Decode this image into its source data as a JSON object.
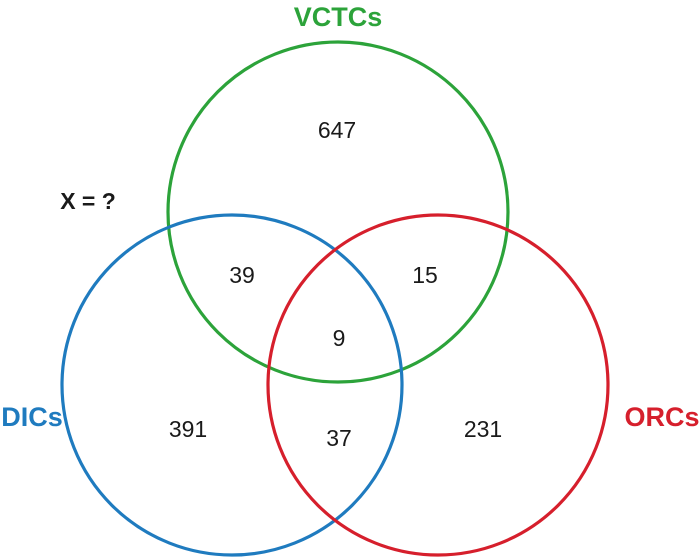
{
  "question": "X = ?",
  "sets": [
    {
      "key": "vctcs",
      "label": "VCTCs",
      "color": "#2ca33a"
    },
    {
      "key": "dics",
      "label": "DICs",
      "color": "#1f7bbf"
    },
    {
      "key": "orcs",
      "label": "ORCs",
      "color": "#d61f2c"
    }
  ],
  "regions": {
    "vctcs_only": "647",
    "dics_only": "391",
    "orcs_only": "231",
    "vctcs_dics": "39",
    "vctcs_orcs": "15",
    "dics_orcs": "37",
    "all_three": "9"
  }
}
